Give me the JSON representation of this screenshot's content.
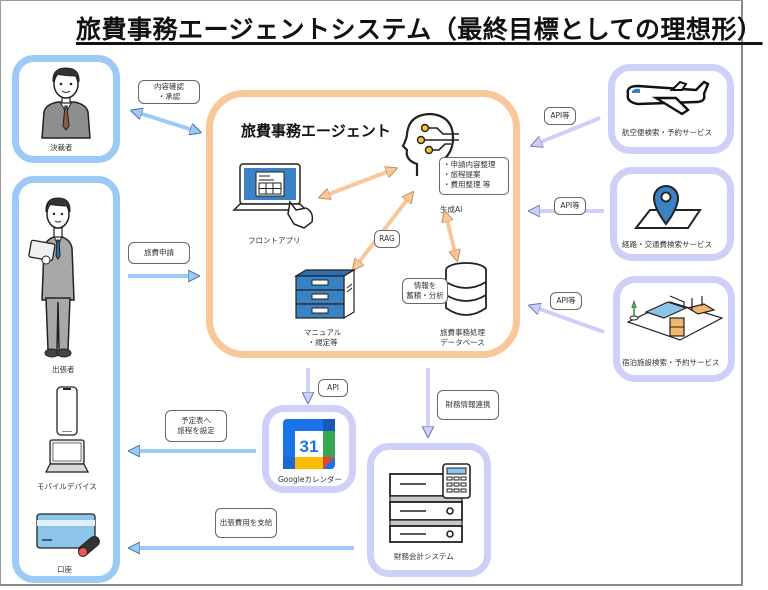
{
  "title": "旅費事務エージェントシステム（最終目標としての理想形）",
  "colors": {
    "actor_border": "#9cc9f5",
    "service_border": "#cfd0f7",
    "agent_border": "#f8c89a",
    "arrow_blue": "#9cc9f5",
    "arrow_purple": "#cfd0f7",
    "arrow_orange": "#f8c89a"
  },
  "actors": {
    "approver": {
      "label": "決裁者",
      "icon": "businessman-icon"
    },
    "traveler": {
      "label": "出張者",
      "icon": "businessman-with-tablet-icon"
    },
    "mobile_device": {
      "label": "モバイルデバイス",
      "icon": "smartphone-laptop-icon"
    },
    "account": {
      "label": "口座",
      "icon": "bank-card-icon"
    }
  },
  "agent": {
    "title": "旅費事務エージェント",
    "front_app": {
      "label": "フロントアプリ",
      "icon": "laptop-touch-icon"
    },
    "generative_ai": {
      "label": "生成AI",
      "icon": "ai-head-icon",
      "tasks": [
        "・申請内容整理",
        "・旅程提案",
        "・費用整理  等"
      ]
    },
    "manual": {
      "label_line1": "マニュアル",
      "label_line2": "・規定等",
      "icon": "server-rack-icon"
    },
    "database": {
      "label_line1": "旅費事務処理",
      "label_line2": "データベース",
      "icon": "database-icon",
      "note_line1": "情報を",
      "note_line2": "蓄積・分析"
    },
    "rag_label": "RAG"
  },
  "services": {
    "flight": {
      "label": "航空便検索・予約サービス",
      "icon": "airplane-icon"
    },
    "route": {
      "label": "経路・交通費検索サービス",
      "icon": "map-pin-icon"
    },
    "lodging": {
      "label": "宿泊施設検索・予約サービス",
      "icon": "hotel-room-icon"
    },
    "calendar": {
      "label": "Googleカレンダー",
      "icon": "google-calendar-icon",
      "day": "31"
    },
    "accounting": {
      "label": "財務会計システム",
      "icon": "accounting-machine-icon"
    }
  },
  "connections": {
    "approval_line1": "内容確認",
    "approval_line2": "・承認",
    "travel_request": "旅費申請",
    "api_flight": "API等",
    "api_route": "API等",
    "api_lodging": "API等",
    "api_calendar": "API",
    "finance_link": "財務情報連携",
    "schedule_line1": "予定表へ",
    "schedule_line2": "旅程を設定",
    "payment": "出張費用を支給"
  }
}
